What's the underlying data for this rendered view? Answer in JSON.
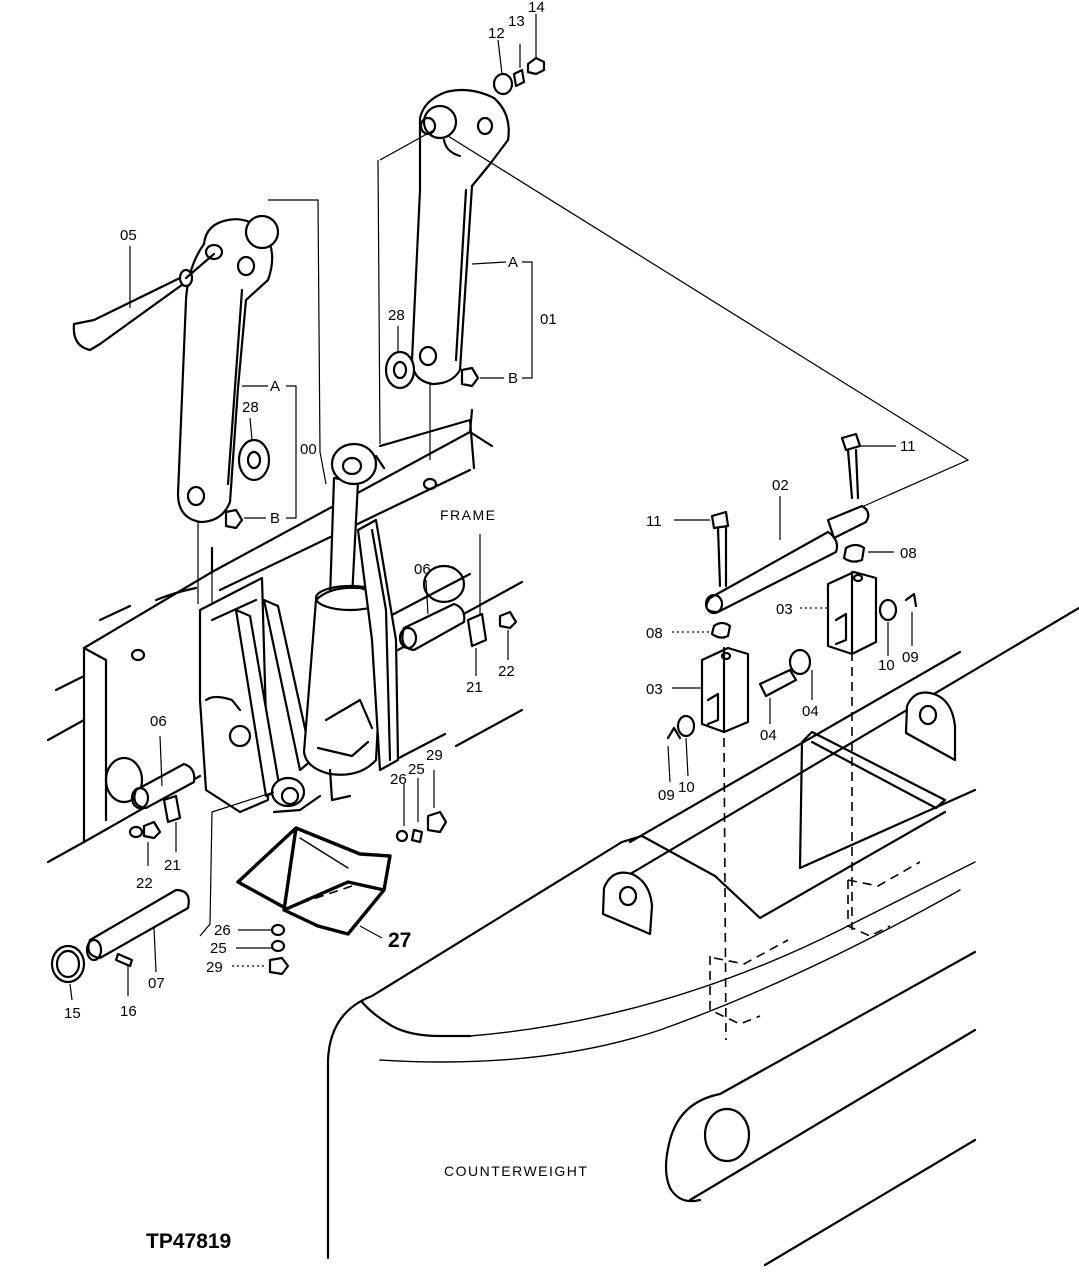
{
  "drawing_number": "TP47819",
  "area_labels": {
    "frame": "FRAME",
    "counterweight": "COUNTERWEIGHT"
  },
  "callouts": [
    {
      "id": "c14",
      "text": "14"
    },
    {
      "id": "c13",
      "text": "13"
    },
    {
      "id": "c12",
      "text": "12"
    },
    {
      "id": "c05",
      "text": "05"
    },
    {
      "id": "c28a",
      "text": "28"
    },
    {
      "id": "c28b",
      "text": "28"
    },
    {
      "id": "c01",
      "text": "01"
    },
    {
      "id": "cA1",
      "text": "A"
    },
    {
      "id": "cB1",
      "text": "B"
    },
    {
      "id": "cA2",
      "text": "A"
    },
    {
      "id": "cB2",
      "text": "B"
    },
    {
      "id": "c00",
      "text": "00"
    },
    {
      "id": "c11a",
      "text": "11"
    },
    {
      "id": "c11b",
      "text": "11"
    },
    {
      "id": "c02",
      "text": "02"
    },
    {
      "id": "c08a",
      "text": "08"
    },
    {
      "id": "c08b",
      "text": "08"
    },
    {
      "id": "c03a",
      "text": "03"
    },
    {
      "id": "c03b",
      "text": "03"
    },
    {
      "id": "c10a",
      "text": "10"
    },
    {
      "id": "c10b",
      "text": "10"
    },
    {
      "id": "c09a",
      "text": "09"
    },
    {
      "id": "c09b",
      "text": "09"
    },
    {
      "id": "c04a",
      "text": "04"
    },
    {
      "id": "c04b",
      "text": "04"
    },
    {
      "id": "c06a",
      "text": "06"
    },
    {
      "id": "c06b",
      "text": "06"
    },
    {
      "id": "c21a",
      "text": "21"
    },
    {
      "id": "c21b",
      "text": "21"
    },
    {
      "id": "c22a",
      "text": "22"
    },
    {
      "id": "c22b",
      "text": "22"
    },
    {
      "id": "c26a",
      "text": "26"
    },
    {
      "id": "c25a",
      "text": "25"
    },
    {
      "id": "c29a",
      "text": "29"
    },
    {
      "id": "c26b",
      "text": "26"
    },
    {
      "id": "c25b",
      "text": "25"
    },
    {
      "id": "c29b",
      "text": "29"
    },
    {
      "id": "c07",
      "text": "07"
    },
    {
      "id": "c15",
      "text": "15"
    },
    {
      "id": "c16",
      "text": "16"
    }
  ],
  "highlight_callout": "27"
}
